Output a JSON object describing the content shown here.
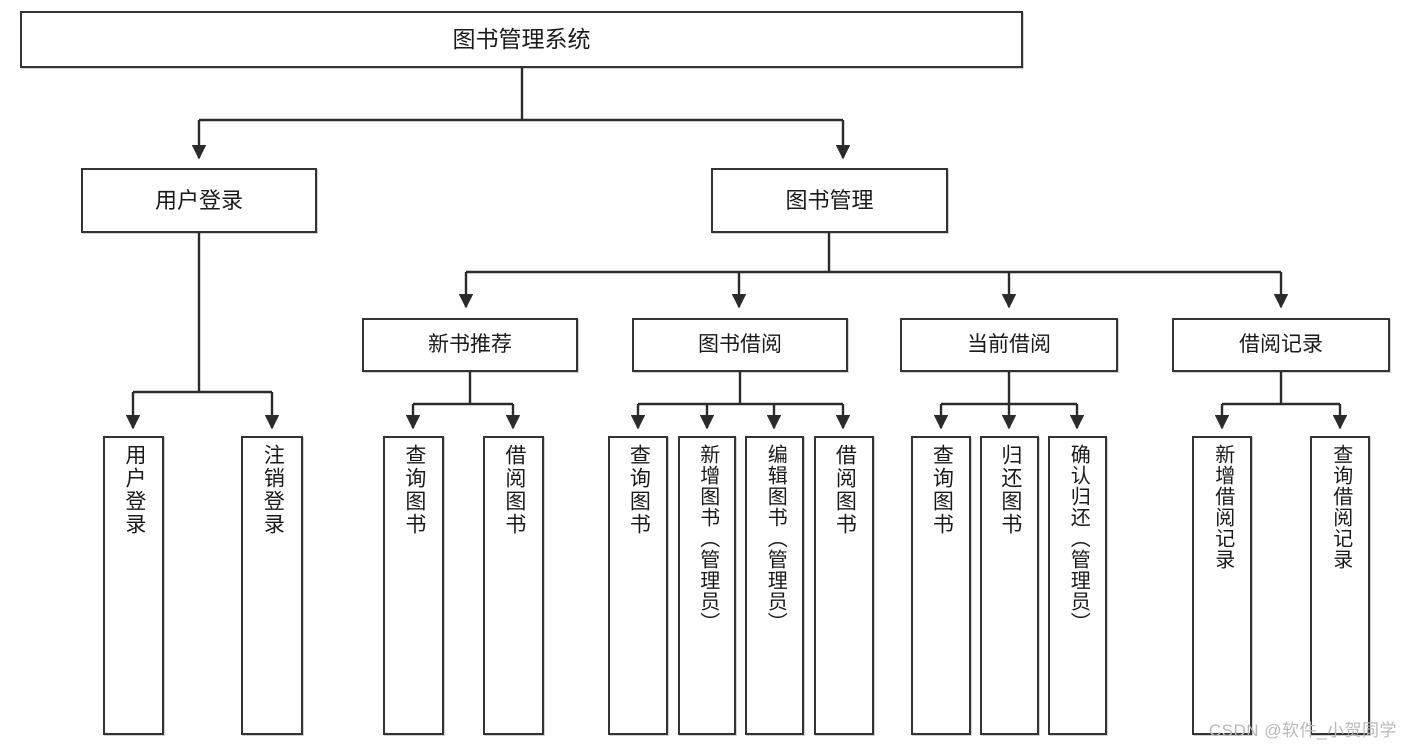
{
  "diagram": {
    "title": "图书管理系统",
    "type": "hierarchy-tree",
    "levels": 4,
    "colors": {
      "box_border": "#333333",
      "box_fill": "#ffffff",
      "edge": "#2b2b2b",
      "text": "#1a1a1a",
      "watermark": "#b9b9b9"
    },
    "root": {
      "label": "图书管理系统"
    },
    "level2": [
      {
        "label": "用户登录"
      },
      {
        "label": "图书管理"
      }
    ],
    "level3": [
      {
        "label": "新书推荐"
      },
      {
        "label": "图书借阅"
      },
      {
        "label": "当前借阅"
      },
      {
        "label": "借阅记录"
      }
    ],
    "leaves": {
      "user_login": [
        {
          "label": "用户登录"
        },
        {
          "label": "注销登录"
        }
      ],
      "new_book_recommend": [
        {
          "label": "查询图书"
        },
        {
          "label": "借阅图书"
        }
      ],
      "book_borrow": [
        {
          "label": "查询图书"
        },
        {
          "label": "新增图书（管理员）"
        },
        {
          "label": "编辑图书（管理员）"
        },
        {
          "label": "借阅图书"
        }
      ],
      "current_borrow": [
        {
          "label": "查询图书"
        },
        {
          "label": "归还图书"
        },
        {
          "label": "确认归还（管理员）"
        }
      ],
      "borrow_record": [
        {
          "label": "新增借阅记录"
        },
        {
          "label": "查询借阅记录"
        }
      ]
    }
  },
  "watermark": {
    "text": "CSDN @软件_小贺同学"
  }
}
